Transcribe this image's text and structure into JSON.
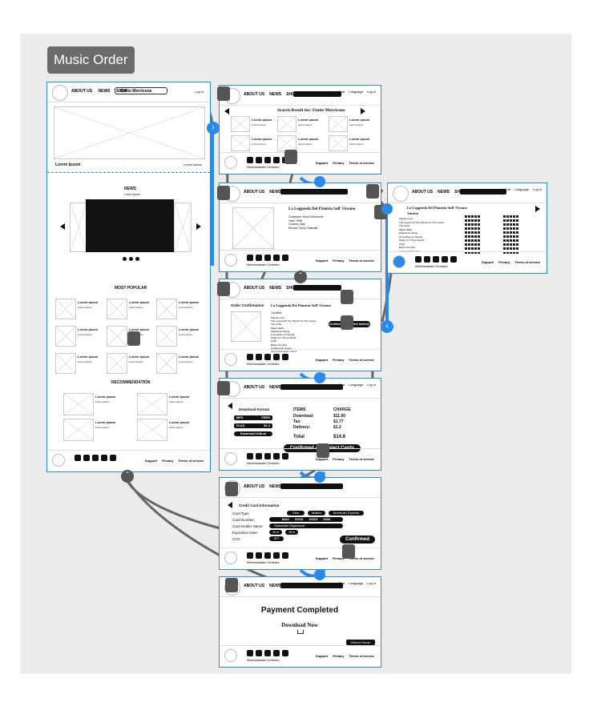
{
  "board": {
    "title": "Music Order"
  },
  "header": {
    "nav": [
      "ABOUT US",
      "NEWS",
      "SHOP"
    ],
    "search_value": "Ennio Morricone",
    "util": [
      "Cart",
      "Language",
      "Log in"
    ],
    "login": "Log in"
  },
  "footer": {
    "links": [
      "Support",
      "Privacy",
      "Terms of service"
    ],
    "note": "Meterloadwater Orchestra"
  },
  "home": {
    "hero_caption": "Lorem Ipsum",
    "hero_link": "Lorem ipsum",
    "news_title": "NEWS",
    "news_sub": "Lorem ipsum",
    "most_popular_title": "MOST POPULAR",
    "item_title": "Lorem ipsum",
    "item_sub": "Lorem ipsum",
    "recommendation_title": "RECOMMENDATION"
  },
  "search": {
    "title": "Search Result for: Ennio Morricone",
    "item_title": "Lorem ipsum",
    "item_sub": "Lorem ipsum"
  },
  "album": {
    "title": "La Leggenda Del Pianista Sull' Oceano",
    "meta": [
      "Composer: Ennio Morricone",
      "Year: 1998",
      "Country: Italy",
      "Record: Sony Classical"
    ],
    "tracklist_label": "Tracklist",
    "tracks": [
      "Playing Love",
      "The Legend Of The Pianist On The Ocean",
      "The Crisis",
      "Magic Waltz",
      "Peacetime Swing",
      "A Goodbye to Friends",
      "Study For Three Hands",
      "Child",
      "Before the End",
      "Amazing Mr. Finest"
    ]
  },
  "order": {
    "title": "Order Confirmation",
    "album": "La Leggenda Del Pianista Sull' Oceano",
    "tracklist_label": "Tracklist",
    "button": "Confirmed and Select delivery",
    "note": "Show Download 7 Items"
  },
  "download": {
    "title": "Download Format",
    "formats": [
      {
        "format": "MP3",
        "price": "FREE"
      },
      {
        "format": "FLAC",
        "price": "$1.2"
      }
    ],
    "album_button": "Download Album",
    "items_header": "ITEMS",
    "charge_header": "CHARGE",
    "rows": [
      {
        "label": "Download:",
        "value": "$11.60"
      },
      {
        "label": "Tax:",
        "value": "$1.77"
      },
      {
        "label": "Delivery:",
        "value": "$1.2"
      }
    ],
    "total_label": "Total",
    "total_value": "$14.8",
    "confirm_button": "Confirmed and Select Cards"
  },
  "card": {
    "title": "Credit Card Information",
    "type_label": "Card Type",
    "types": [
      "Visa",
      "Master",
      "American Express"
    ],
    "number_label": "Card Number:",
    "number_parts": [
      "8423",
      "XXXX",
      "XXXX",
      "3434"
    ],
    "holder_label": "Card Holder Name:",
    "holder_value": "Samanthe Edgewood",
    "exp_label": "Expiration Date:",
    "exp_month": "04",
    "exp_year": "26",
    "cvs_label": "CVS:",
    "cvs_value": "327",
    "button": "Confirmed"
  },
  "payment": {
    "title": "Payment Completed",
    "download": "Download Now",
    "return_button": "Return Home"
  },
  "colors": {
    "accent": "#2b8ae6",
    "handle": "#555555",
    "canvas": "#ebebeb"
  }
}
